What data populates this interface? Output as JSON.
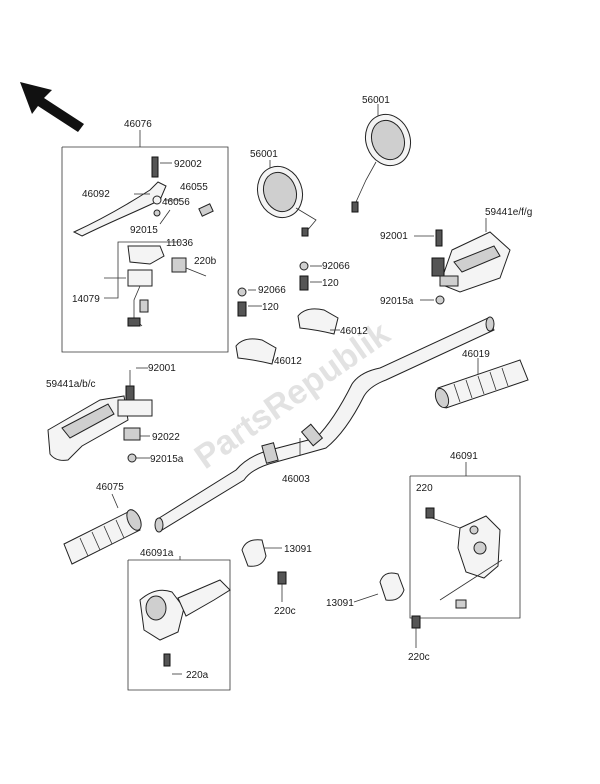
{
  "diagram": {
    "watermark": "PartsRepublik",
    "labels": {
      "l46076": "46076",
      "l92002": "92002",
      "l46092": "46092",
      "l46055": "46055",
      "l46056": "46056",
      "l92015": "92015",
      "l11036": "11036",
      "l220b": "220b",
      "l14079": "14079",
      "l56001a": "56001",
      "l56001b": "56001",
      "l59441efg": "59441e/f/g",
      "l92001a": "92001",
      "l92015a_r": "92015a",
      "l92066a": "92066",
      "l120a": "120",
      "l92066b": "92066",
      "l120b": "120",
      "l46012a": "46012",
      "l46012b": "46012",
      "l46019": "46019",
      "l92001b": "92001",
      "l59441abc": "59441a/b/c",
      "l92022": "92022",
      "l92015a_l": "92015a",
      "l46075": "46075",
      "l46003": "46003",
      "l46091": "46091",
      "l220": "220",
      "l46091a": "46091a",
      "l13091a": "13091",
      "l220c_a": "220c",
      "l13091b": "13091",
      "l220c_b": "220c",
      "l220a": "220a"
    },
    "icons": [
      "direction-arrow-icon"
    ]
  }
}
